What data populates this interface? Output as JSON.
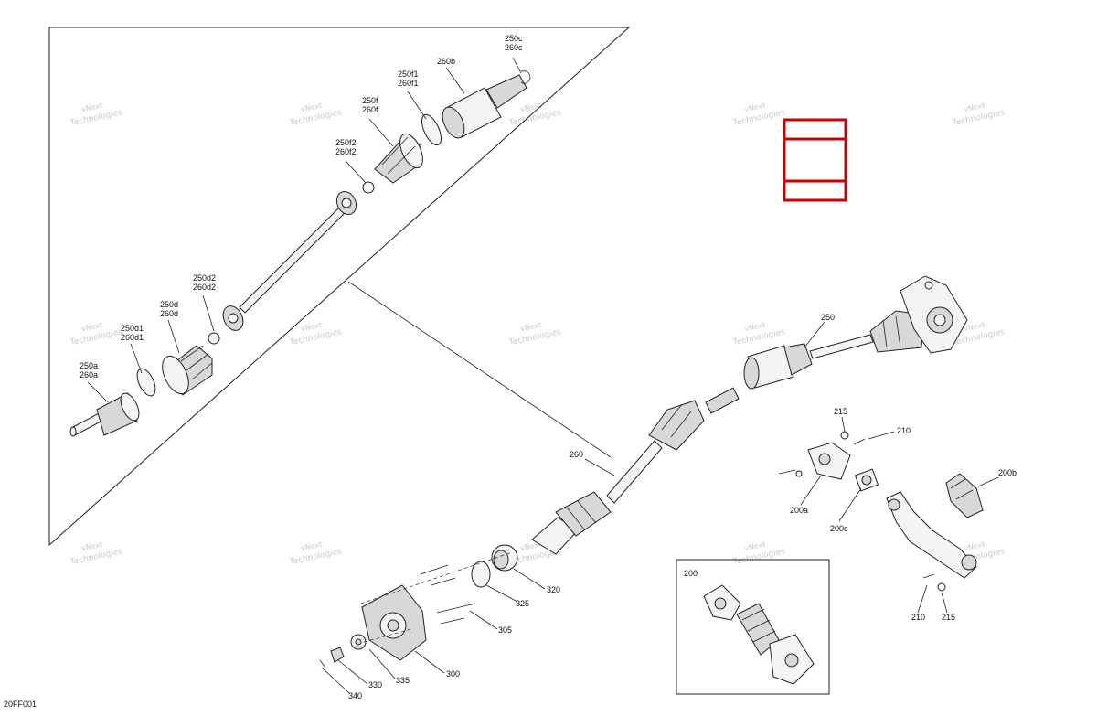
{
  "diagram": {
    "figure_code": "20FF001",
    "inset_label": "200",
    "watermark": {
      "line1": "vNext",
      "line2": "Technologies"
    },
    "highlight_color": "#cc0000",
    "callouts": {
      "250c_260c": [
        "250c",
        "260c"
      ],
      "260b": "260b",
      "250f1_260f1": [
        "250f1",
        "260f1"
      ],
      "250f_260f": [
        "250f",
        "260f"
      ],
      "250f2_260f2": [
        "250f2",
        "260f2"
      ],
      "250d2_260d2": [
        "250d2",
        "260d2"
      ],
      "250d_260d": [
        "250d",
        "260d"
      ],
      "250d1_260d1": [
        "250d1",
        "260d1"
      ],
      "250a_260a": [
        "250a",
        "260a"
      ],
      "250": "250",
      "260": "260",
      "215_top": "215",
      "210_top": "210",
      "200a": "200a",
      "200b": "200b",
      "200c": "200c",
      "210_bottom": "210",
      "215_bottom": "215",
      "320": "320",
      "325": "325",
      "305": "305",
      "300": "300",
      "335": "335",
      "330": "330",
      "340": "340"
    }
  }
}
